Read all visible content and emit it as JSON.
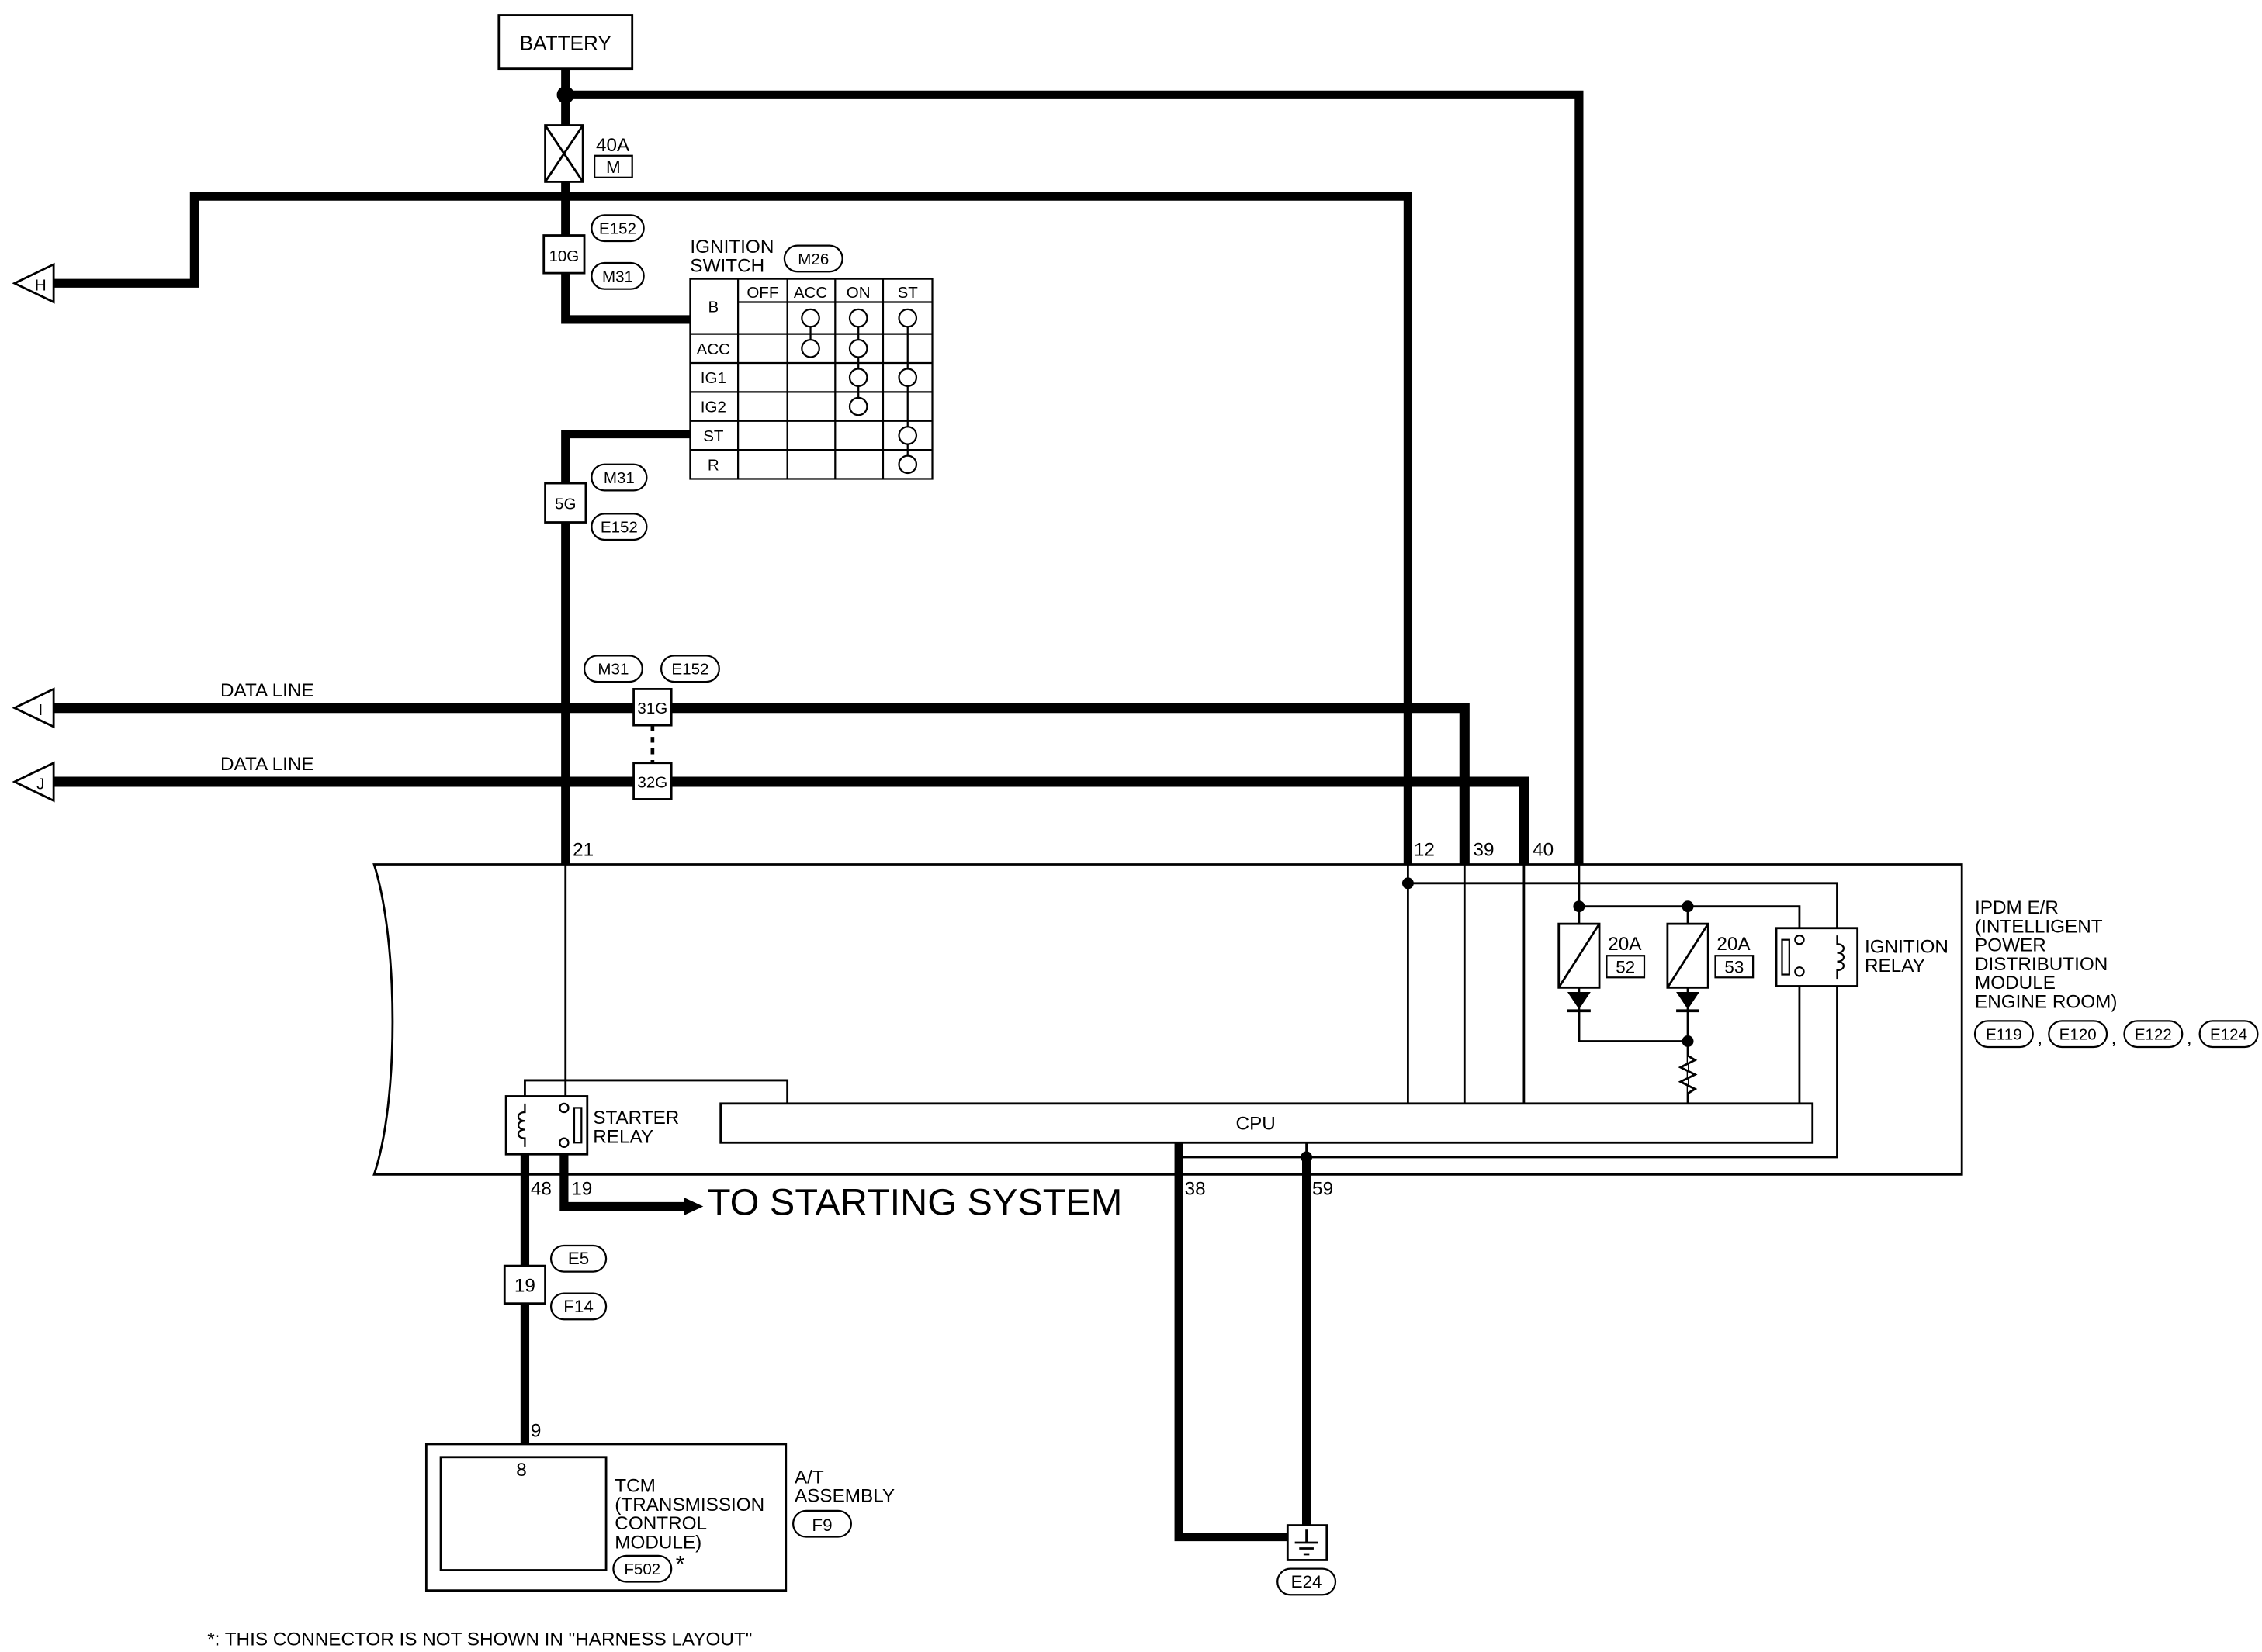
{
  "battery": {
    "label": "BATTERY"
  },
  "fuse_40a": {
    "rating": "40A",
    "id": "M"
  },
  "conn_10g": {
    "pin": "10G",
    "top_conn": "E152",
    "bottom_conn": "M31"
  },
  "connector_h": {
    "label": "H"
  },
  "ignition_switch": {
    "label_line1": "IGNITION",
    "label_line2": "SWITCH",
    "conn": "M26",
    "positions": [
      "OFF",
      "ACC",
      "ON",
      "ST"
    ],
    "terminals": [
      "B",
      "ACC",
      "IG1",
      "IG2",
      "ST",
      "R"
    ]
  },
  "conn_5g": {
    "pin": "5G",
    "top_conn": "M31",
    "bottom_conn": "E152"
  },
  "data_lines": [
    {
      "label": "DATA LINE",
      "connector": "I",
      "pin": "31G"
    },
    {
      "label": "DATA LINE",
      "connector": "J",
      "pin": "32G"
    }
  ],
  "data_conn_tags": {
    "left": "M31",
    "right": "E152"
  },
  "ipdm_pins": {
    "p21": "21",
    "p12": "12",
    "p39": "39",
    "p40": "40",
    "p48": "48",
    "p19": "19",
    "p38": "38",
    "p59": "59"
  },
  "ipdm": {
    "lines": [
      "IPDM E/R",
      "(INTELLIGENT",
      "POWER",
      "DISTRIBUTION",
      "MODULE",
      "ENGINE ROOM)"
    ],
    "conns": [
      "E119",
      "E120",
      "E122",
      "E124"
    ],
    "sep": ","
  },
  "fuses_20a": [
    {
      "rating": "20A",
      "id": "52"
    },
    {
      "rating": "20A",
      "id": "53"
    }
  ],
  "ignition_relay": {
    "line1": "IGNITION",
    "line2": "RELAY"
  },
  "starter_relay": {
    "line1": "STARTER",
    "line2": "RELAY"
  },
  "cpu": {
    "label": "CPU"
  },
  "starting_system": {
    "label": "TO STARTING SYSTEM"
  },
  "conn_19": {
    "pin": "19",
    "top_conn": "E5",
    "bottom_conn": "F14"
  },
  "tcm": {
    "pin_outer": "9",
    "pin_inner": "8",
    "lines": [
      "TCM",
      "(TRANSMISSION",
      "CONTROL",
      "MODULE)"
    ],
    "conn": "F502",
    "star": "*"
  },
  "at_assembly": {
    "line1": "A/T",
    "line2": "ASSEMBLY",
    "conn": "F9"
  },
  "ground": {
    "conn": "E24"
  },
  "footnote": "*: THIS CONNECTOR IS NOT SHOWN IN \"HARNESS LAYOUT\""
}
